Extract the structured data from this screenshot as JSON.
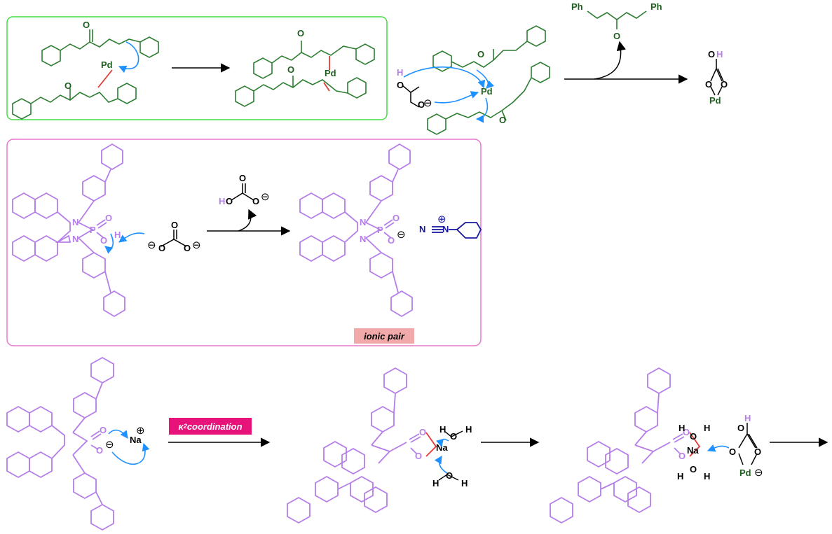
{
  "pd_complex": {
    "pd": "Pd",
    "o": "O",
    "product_dba": {
      "ph_left": "Ph",
      "ph_right": "Ph",
      "o": "O"
    },
    "carbonate_h": "H",
    "carbonate_o": "O",
    "charge": "⊖"
  },
  "pd_carbonate": {
    "h": "O",
    "h_letter": "H",
    "o": "O",
    "pd": "Pd"
  },
  "deprotonation": {
    "n": "N",
    "p": "P",
    "o": "O",
    "h": "H",
    "bicarbonate": {
      "h": "H",
      "o": "O"
    },
    "diazonium": {
      "n1": "N",
      "n2": "N",
      "plus": "⊕"
    },
    "tag": "ionic pair"
  },
  "coordination": {
    "na": "Na",
    "plus": "⊕",
    "minus": "⊖",
    "tag_kappa": "κ",
    "tag_sup": "2",
    "tag_text": "coordination",
    "h": "H",
    "o": "O",
    "pd": "Pd"
  }
}
